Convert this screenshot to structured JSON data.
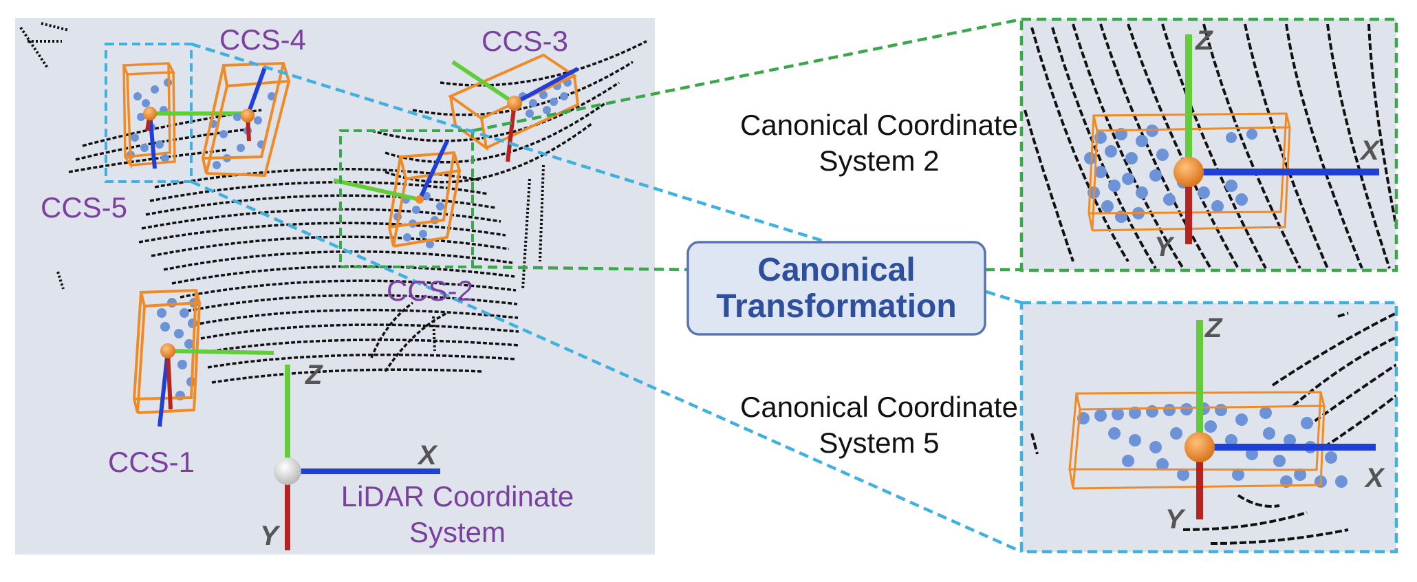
{
  "transform_label": {
    "line1": "Canonical",
    "line2": "Transformation"
  },
  "ccs_labels": [
    "CCS-1",
    "CCS-2",
    "CCS-3",
    "CCS-4",
    "CCS-5"
  ],
  "lidar": {
    "line1": "LiDAR Coordinate",
    "line2": "System"
  },
  "axis_labels": {
    "x": "X",
    "y": "Y",
    "z": "Z"
  },
  "panel_top_caption": {
    "line1": "Canonical Coordinate",
    "line2": "System 2"
  },
  "panel_bottom_caption": {
    "line1": "Canonical Coordinate",
    "line2": "System 5"
  },
  "colors": {
    "background_panel": "#dfe3ec",
    "box": "#f08a24",
    "point": "#6c93d8",
    "axis_x": "#1f3fd6",
    "axis_y": "#b5241e",
    "axis_z": "#63cc3a",
    "green_dashed": "#3aa84a",
    "blue_dashed": "#3fb0e0",
    "label_purple": "#7b3fa0",
    "transform_text": "#2e4f9b"
  }
}
